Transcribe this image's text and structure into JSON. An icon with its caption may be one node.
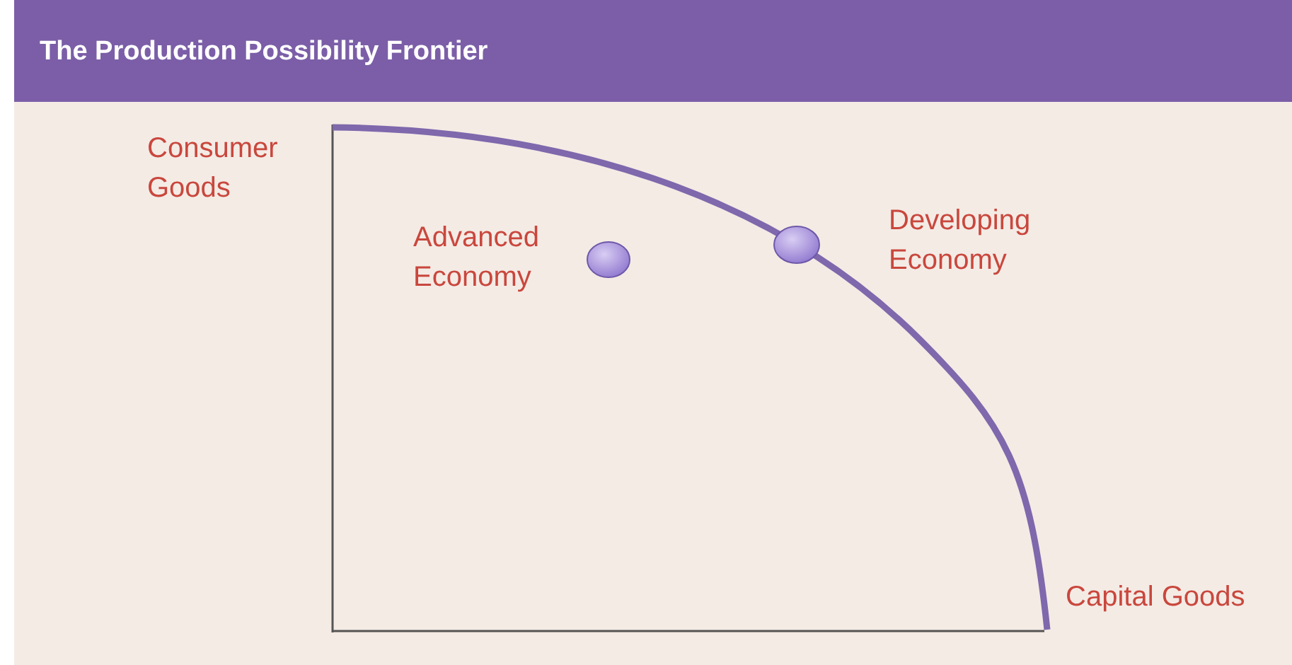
{
  "diagram": {
    "title": "The Production Possibility Frontier",
    "nodes": [
      {
        "text": [],
        "shape": "circle",
        "beside": [
          "Advanced Economy"
        ]
      },
      {
        "text": [],
        "shape": "circle",
        "beside": [
          "Developing Economy"
        ]
      }
    ],
    "labels": [
      "Consumer Goods",
      "Capital Goods"
    ]
  }
}
